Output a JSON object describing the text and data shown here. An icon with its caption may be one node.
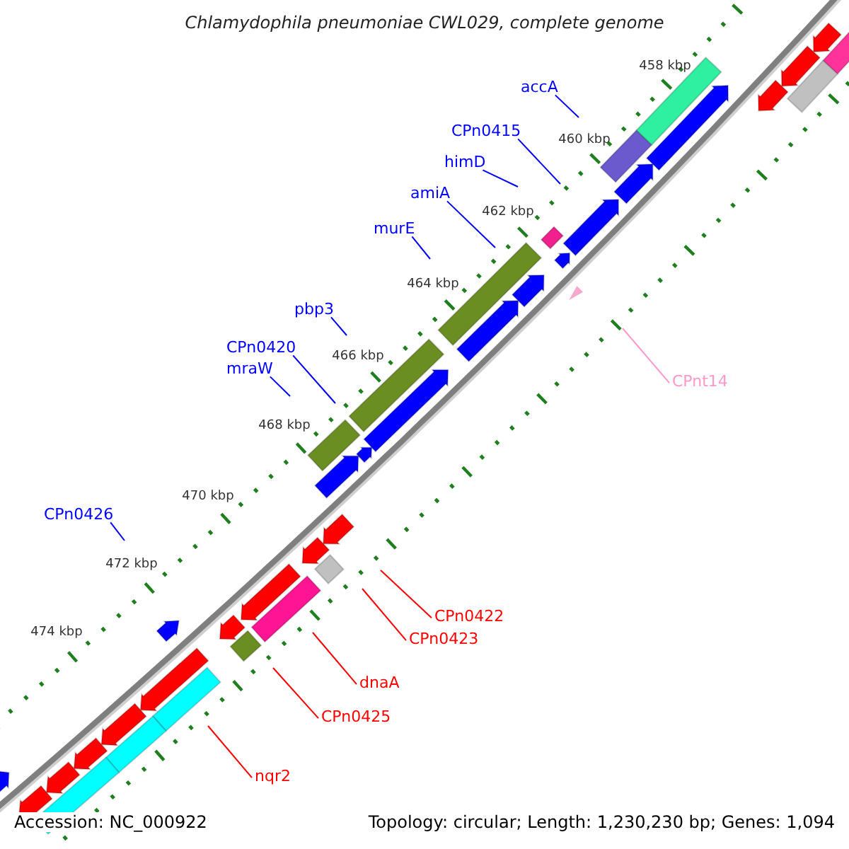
{
  "diagram": {
    "title": "Chlamydophila pneumoniae CWL029, complete genome",
    "nodes": [
      {
        "text": [
          "accA"
        ]
      },
      {
        "text": [
          "CPn0415"
        ]
      },
      {
        "text": [
          "himD"
        ]
      },
      {
        "text": [
          "amiA"
        ]
      },
      {
        "text": [
          "murE"
        ]
      },
      {
        "text": [
          "pbp3"
        ]
      },
      {
        "text": [
          "CPn0420"
        ]
      },
      {
        "text": [
          "mraW"
        ]
      },
      {
        "text": [
          "CPn0426"
        ]
      },
      {
        "text": [
          "CPnt14"
        ]
      },
      {
        "text": [
          "CPn0422"
        ]
      },
      {
        "text": [
          "CPn0423"
        ]
      },
      {
        "text": [
          "dnaA"
        ]
      },
      {
        "text": [
          "CPn0425"
        ]
      },
      {
        "text": [
          "nqr2"
        ]
      }
    ],
    "edges": [
      {
        "from": 0,
        "to": null,
        "arrow": "none"
      },
      {
        "from": 1,
        "to": null,
        "arrow": "none"
      },
      {
        "from": 2,
        "to": null,
        "arrow": "none"
      },
      {
        "from": 3,
        "to": null,
        "arrow": "none"
      },
      {
        "from": 4,
        "to": null,
        "arrow": "none"
      },
      {
        "from": 5,
        "to": null,
        "arrow": "none"
      },
      {
        "from": 6,
        "to": null,
        "arrow": "none"
      },
      {
        "from": 7,
        "to": null,
        "arrow": "none"
      },
      {
        "from": 8,
        "to": null,
        "arrow": "none"
      },
      {
        "from": 9,
        "to": null,
        "arrow": "none",
        "color": "#ff99cc"
      },
      {
        "from": 10,
        "to": null,
        "arrow": "none",
        "color": "#ff0000"
      },
      {
        "from": 11,
        "to": null,
        "arrow": "none",
        "color": "#ff0000"
      },
      {
        "from": 12,
        "to": null,
        "arrow": "none",
        "color": "#ff0000"
      },
      {
        "from": 13,
        "to": null,
        "arrow": "none",
        "color": "#ff0000"
      },
      {
        "from": 14,
        "to": null,
        "arrow": "none",
        "color": "#ff0000"
      }
    ],
    "labels": [
      "458 kbp",
      "460 kbp",
      "462 kbp",
      "464 kbp",
      "466 kbp",
      "468 kbp",
      "470 kbp",
      "472 kbp",
      "474 kbp",
      "Accession: NC_000922",
      "Topology: circular; Length: 1,230,230 bp; Genes: 1,094"
    ]
  }
}
